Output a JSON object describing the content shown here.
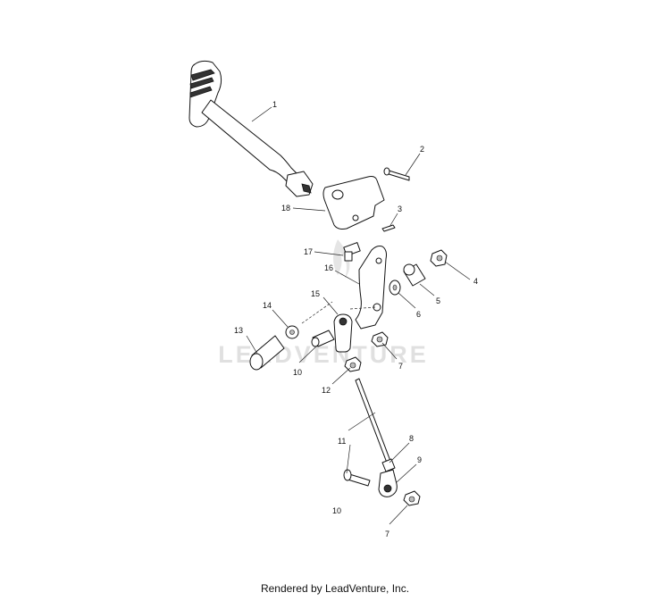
{
  "watermark": "LEADVENTURE",
  "footer": "Rendered by LeadVenture, Inc.",
  "callouts": [
    {
      "id": "c1",
      "label": "1"
    },
    {
      "id": "c2",
      "label": "2"
    },
    {
      "id": "c3",
      "label": "3"
    },
    {
      "id": "c4",
      "label": "4"
    },
    {
      "id": "c5",
      "label": "5"
    },
    {
      "id": "c6",
      "label": "6"
    },
    {
      "id": "c7a",
      "label": "7"
    },
    {
      "id": "c7b",
      "label": "7"
    },
    {
      "id": "c8",
      "label": "8"
    },
    {
      "id": "c9",
      "label": "9"
    },
    {
      "id": "c10a",
      "label": "10"
    },
    {
      "id": "c10b",
      "label": "10"
    },
    {
      "id": "c11",
      "label": "11"
    },
    {
      "id": "c12",
      "label": "12"
    },
    {
      "id": "c13",
      "label": "13"
    },
    {
      "id": "c14",
      "label": "14"
    },
    {
      "id": "c15",
      "label": "15"
    },
    {
      "id": "c16",
      "label": "16"
    },
    {
      "id": "c17",
      "label": "17"
    },
    {
      "id": "c18",
      "label": "18"
    }
  ]
}
